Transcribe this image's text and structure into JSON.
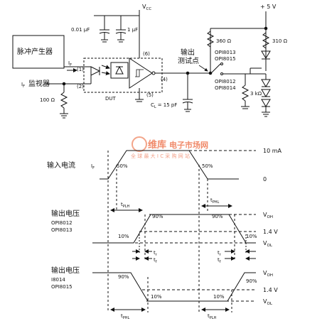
{
  "circuit": {
    "generator": "脉冲产生器",
    "monitor": "监视器",
    "if_label": "I",
    "if_sub": "F",
    "if_label2": "I",
    "if_sub2": "F",
    "r100": "100 Ω",
    "c1": "0.01 μF",
    "c2": "1 μF",
    "vcc": "V",
    "vcc_sub": "CC",
    "pin1": "(1)",
    "pin2": "(2)",
    "pin4": "(4)",
    "pin5": "(5)",
    "pin6": "(6)",
    "dut": "DUT",
    "cl": "C",
    "cl_sub": "L",
    "cl_val": "= 15 pF",
    "testpoint_1": "输出",
    "testpoint_2": "测试点",
    "r360": "360 Ω",
    "r310": "310 Ω",
    "r3k": "3 kΩ",
    "plus5v": "+ 5 V",
    "opi_a1": "OPI8013",
    "opi_a2": "OPI8015",
    "opi_b1": "OPI8012",
    "opi_b2": "OPI8014"
  },
  "timing": {
    "input_label": "输入电流",
    "if_label": "I",
    "if_sub": "F",
    "level_10ma": "10 mA",
    "level_0": "0",
    "fifty_left": "50%",
    "fifty_right": "50%",
    "tplh_top": "t",
    "tplh_top_sub": "PLH",
    "tphl_top": "t",
    "tphl_top_sub": "PHL",
    "out1_label": "输出电压",
    "out1_dev1": "OPI8012",
    "out1_dev2": "OPI8013",
    "out2_label": "输出电压",
    "out2_dev1": "I8014",
    "out2_dev2": "OPI8015",
    "voh": "V",
    "voh_sub": "OH",
    "vol": "V",
    "vol_sub": "OL",
    "v14": "1.4 V",
    "voh2": "V",
    "voh2_sub": "OH",
    "vol2": "V",
    "vol2_sub": "OL",
    "v14_2": "1.4 V",
    "pct90_a": "90%",
    "pct90_b": "90%",
    "pct10_a": "10%",
    "pct10_b": "10%",
    "pct90_c": "90%",
    "pct90_d": "90%",
    "pct10_c": "10%",
    "pct10_d": "10%",
    "tr_a": "t",
    "tr_a_sub": "r",
    "tf_a": "t",
    "tf_a_sub": "f",
    "tr_b": "t",
    "tr_b_sub": "r",
    "tf_b": "t",
    "tf_b_sub": "f",
    "tphl_bot": "t",
    "tphl_bot_sub": "PHL",
    "tplh_bot": "t",
    "tplh_bot_sub": "PLH"
  },
  "watermark": {
    "brand": "维库",
    "site": "电子市场网",
    "slogan": "全 球 最 大 I C 采 购 网 站"
  }
}
